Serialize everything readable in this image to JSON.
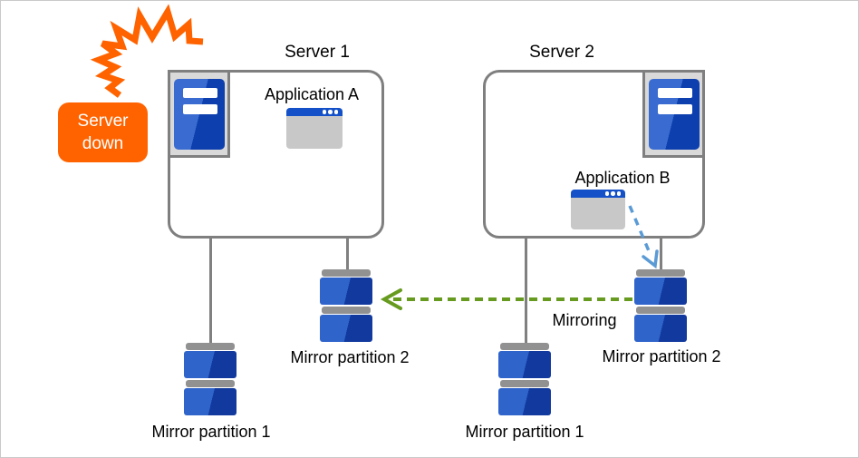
{
  "alert": {
    "text": "Server down"
  },
  "server1": {
    "title": "Server 1",
    "app_label": "Application A",
    "partition1_label": "Mirror partition 1",
    "partition2_label": "Mirror partition 2"
  },
  "server2": {
    "title": "Server 2",
    "app_label": "Application B",
    "partition1_label": "Mirror partition 1",
    "partition2_label": "Mirror partition 2"
  },
  "mirroring": {
    "label": "Mirroring"
  },
  "icons": {
    "server": "server-tower-icon",
    "application": "app-window-icon",
    "partition": "disk-partition-icon",
    "crash": "crash-flash-icon"
  },
  "colors": {
    "alert_orange": "#FF6300",
    "mirror_arrow_green": "#669B1F",
    "app_arrow_blue": "#5B9BD5",
    "tower_blue_light": "#3A6BD0",
    "tower_blue_dark": "#0D3FAE",
    "disk_blue_light": "#2F64CB",
    "disk_blue_dark": "#123A9E",
    "window_title_blue": "#1451C8",
    "outline_gray": "#7F7F7F"
  }
}
